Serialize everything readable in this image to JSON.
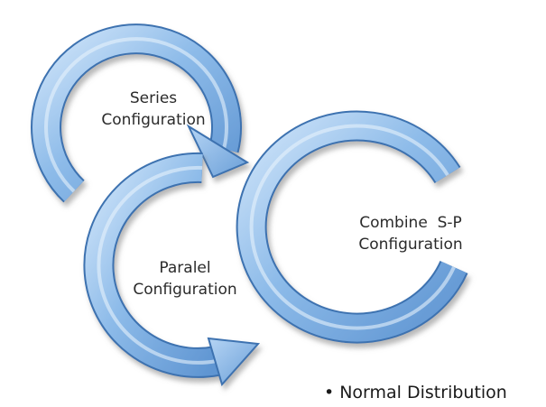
{
  "diagram": {
    "nodes": [
      {
        "id": "series",
        "lines": [
          "Series",
          "Configuration"
        ]
      },
      {
        "id": "paralel",
        "lines": [
          "Paralel",
          "Configuration"
        ]
      },
      {
        "id": "combine",
        "lines": [
          "Combine  S-P",
          "Configuration"
        ]
      }
    ],
    "arrow_color": "#7aaee3",
    "arrow_edge_color": "#3d72b0"
  },
  "note": {
    "bullet": "•",
    "text": "Normal Distribution"
  }
}
